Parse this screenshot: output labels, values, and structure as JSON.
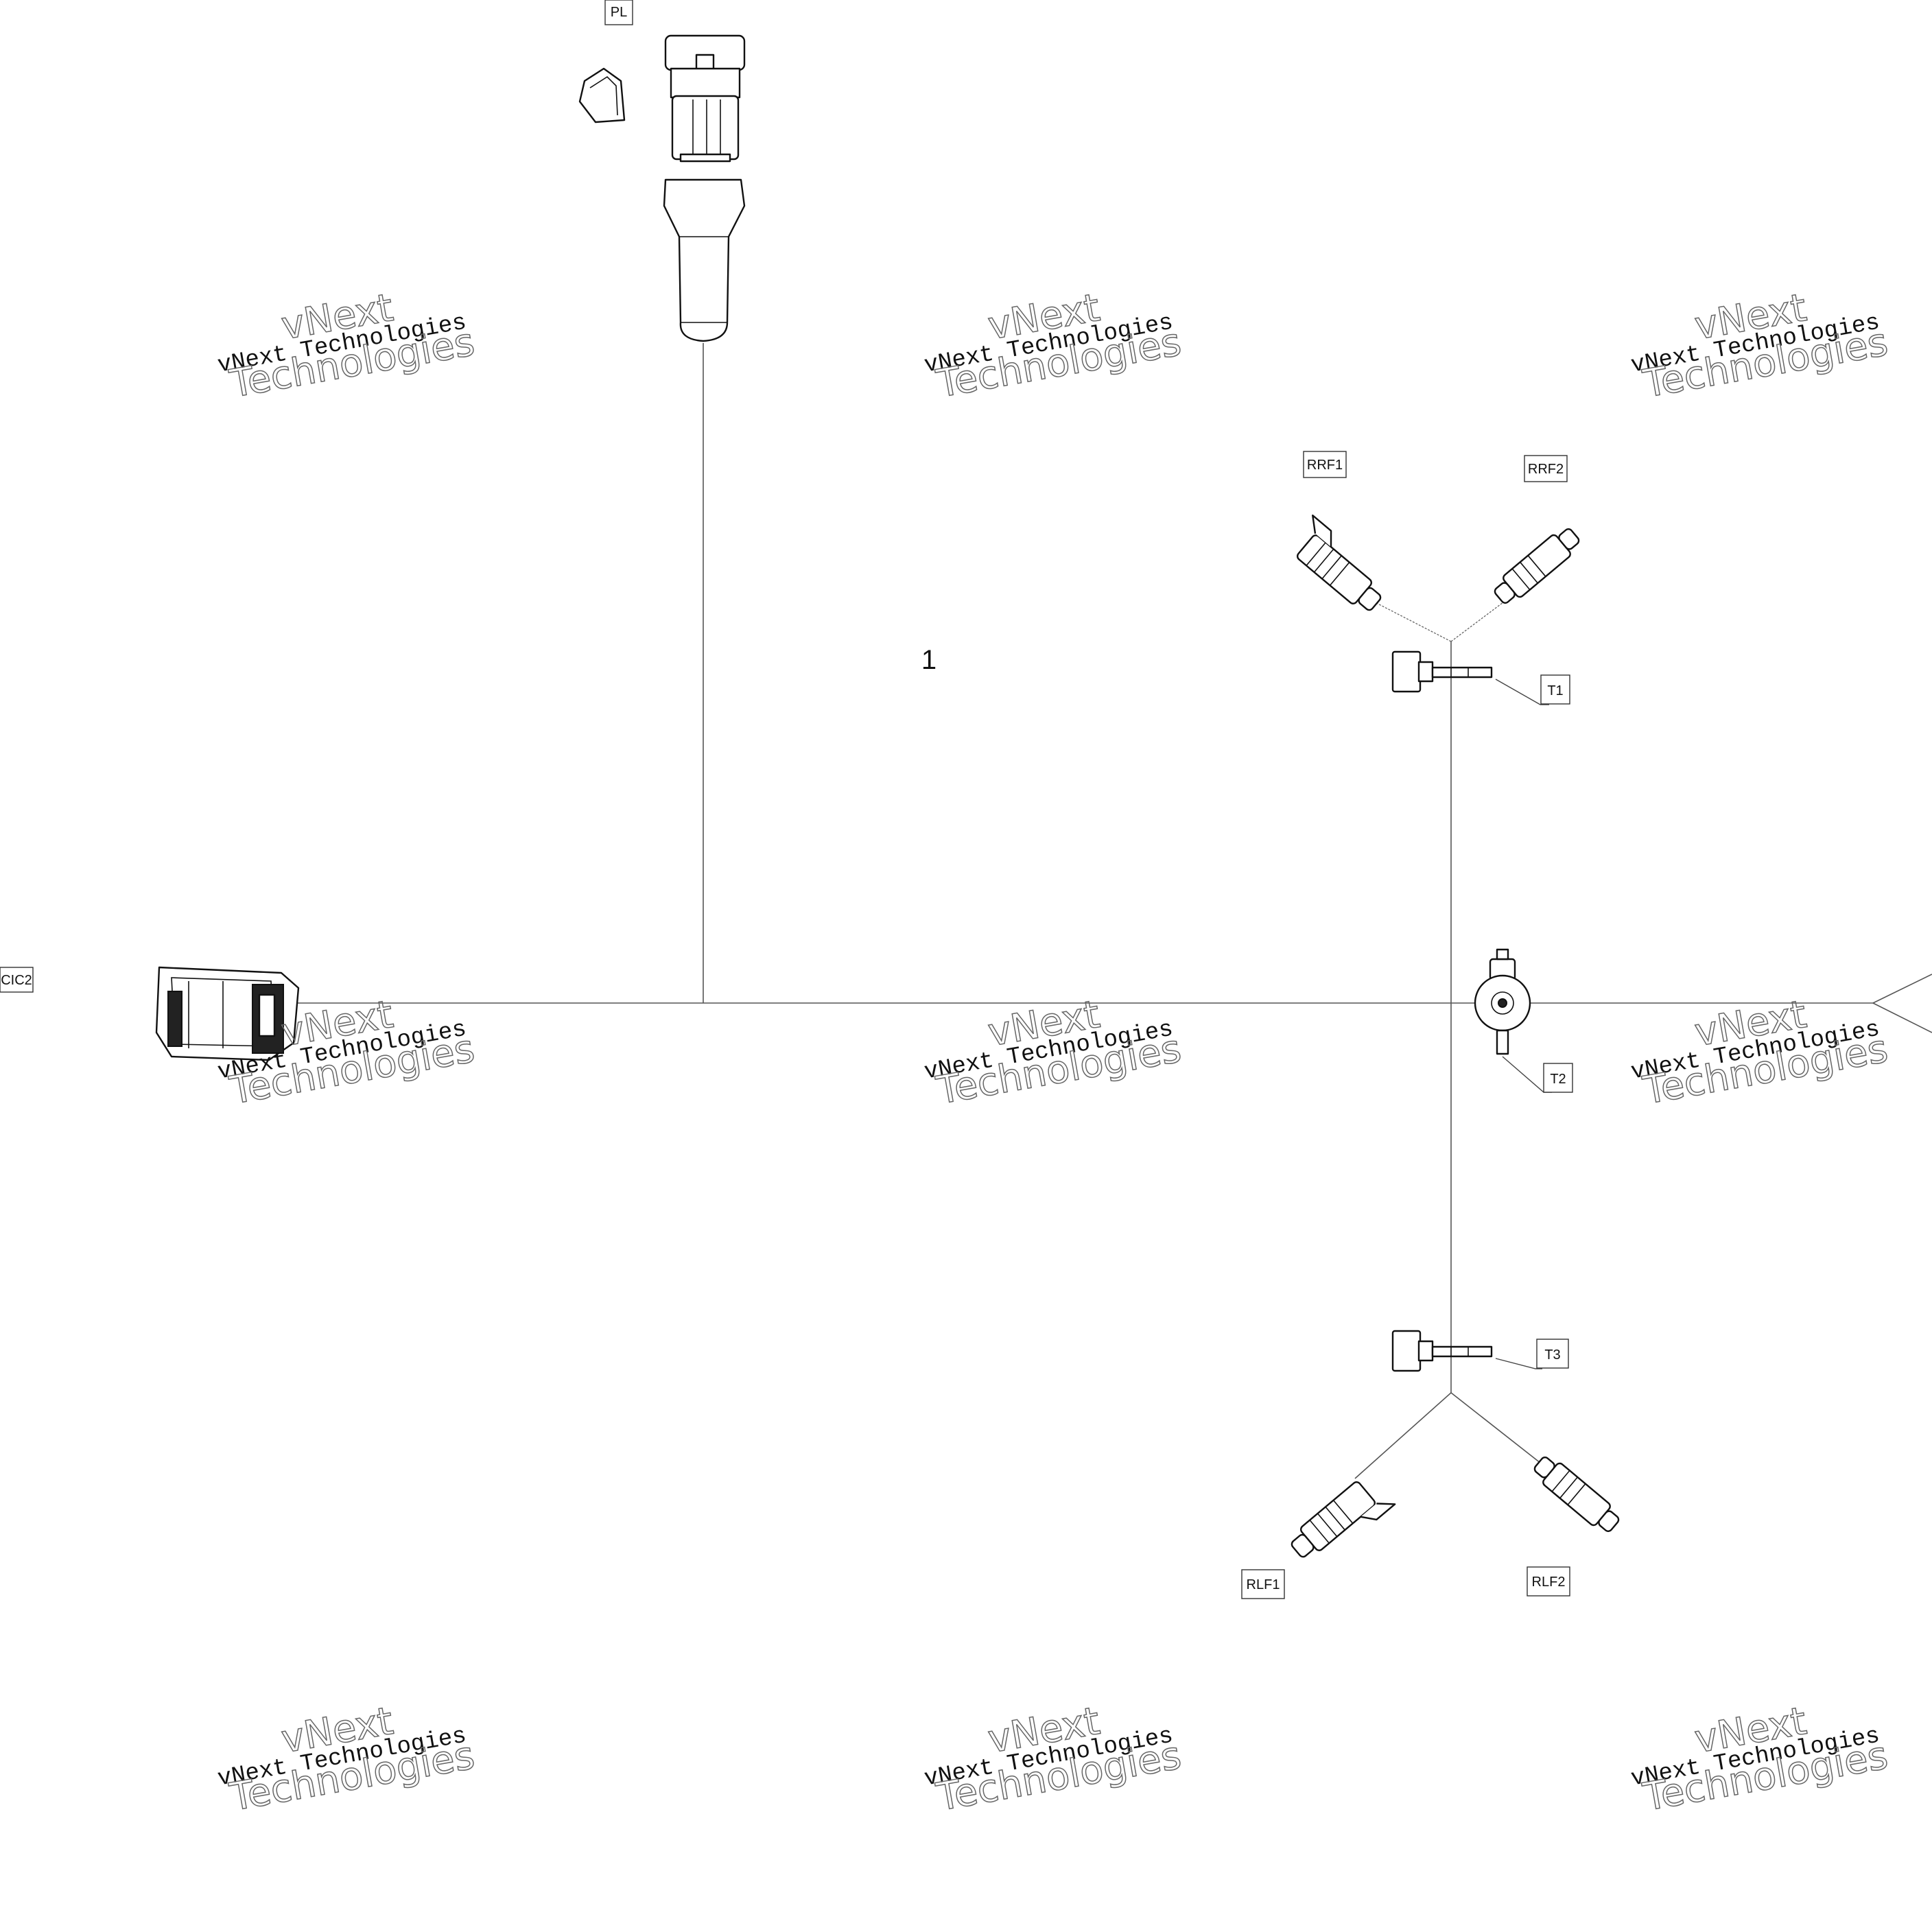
{
  "item_number": "1",
  "labels": {
    "pl": "PL",
    "cic2": "CIC2",
    "rrf1": "RRF1",
    "rrf2": "RRF2",
    "t1": "T1",
    "t2": "T2",
    "t3": "T3",
    "rlf1": "RLF1",
    "rlf2": "RLF2"
  },
  "watermark": {
    "line_small": "vNext Technologies",
    "word_top": "vNext",
    "word_big": "Technologies"
  }
}
